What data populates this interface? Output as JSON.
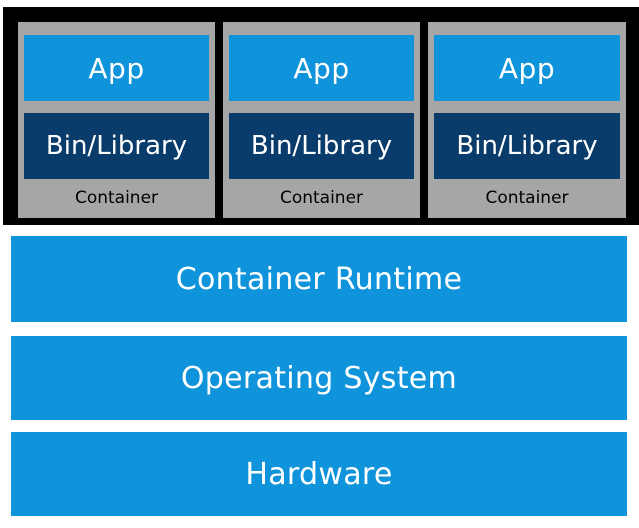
{
  "containers": [
    {
      "app_label": "App",
      "library_label": "Bin/Library",
      "container_label": "Container"
    },
    {
      "app_label": "App",
      "library_label": "Bin/Library",
      "container_label": "Container"
    },
    {
      "app_label": "App",
      "library_label": "Bin/Library",
      "container_label": "Container"
    }
  ],
  "layers": {
    "runtime": "Container Runtime",
    "os": "Operating System",
    "hardware": "Hardware"
  },
  "colors": {
    "app_blue": "#0f93db",
    "library_navy": "#0a3c6b",
    "container_gray": "#a6a6a6",
    "frame_black": "#000000"
  }
}
